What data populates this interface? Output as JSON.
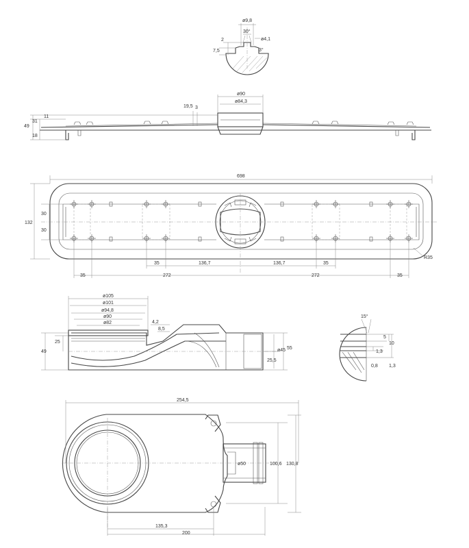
{
  "title": "",
  "colors": {
    "line": "#444444",
    "dimension": "#888888",
    "background": "#ffffff"
  },
  "views": {
    "detail_top": {
      "dia_9_8": "ø9,8",
      "angle_30": "30°",
      "dia_4_1": "ø4,1",
      "d2": "2",
      "d7_5": "7,5",
      "angle_3": "3°"
    },
    "side_view": {
      "dia_90": "ø90",
      "dia_84_3": "ø84,3",
      "d19_5": "19,5",
      "d3": "3",
      "d11": "11",
      "d31": "31",
      "d49": "49",
      "d18": "18"
    },
    "top_view": {
      "length_698": "698",
      "height_132": "132",
      "d30_top": "30",
      "d30_bottom": "30",
      "radius_r35": "R35",
      "inner_35_l": "35",
      "inner_136_7_l": "136,7",
      "inner_136_7_r": "136,7",
      "inner_35_r": "35",
      "outer_35_l": "35",
      "outer_272_l": "272",
      "outer_272_r": "272",
      "outer_35_r": "35"
    },
    "siphon_section": {
      "dia_105": "ø105",
      "dia_101": "ø101",
      "dia_94_8": "ø94,8",
      "dia_90": "ø90",
      "dia_82": "ø82",
      "d4_2": "4,2",
      "d8_5": "8,5",
      "d25": "25",
      "d49": "49",
      "dia_45": "ø45",
      "d25_5": "25,5",
      "d55": "55"
    },
    "detail_right": {
      "angle_15": "15°",
      "d5": "5",
      "d10": "10",
      "d1_3_a": "1,3",
      "d0_8": "0,8",
      "d1_3_b": "1,3"
    },
    "siphon_plan": {
      "d254_5": "254,5",
      "dia_50": "ø50",
      "d100_6": "100,6",
      "d130_8": "130,8",
      "d135_3": "135,3",
      "d200": "200"
    }
  }
}
